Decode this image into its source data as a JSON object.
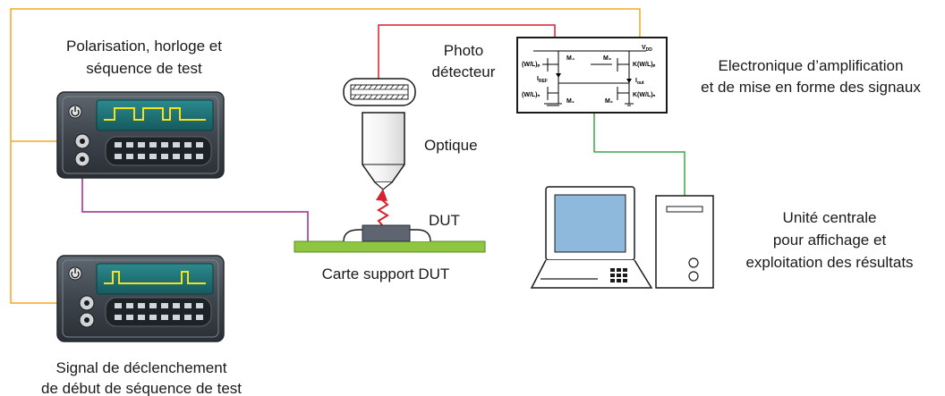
{
  "labels": {
    "polarisation_l1": "Polarisation, horloge  et",
    "polarisation_l2": "séquence de test",
    "signal_l1": "Signal de déclenchement",
    "signal_l2": "de début de séquence de test",
    "photo_l1": "Photo",
    "photo_l2": "détecteur",
    "optique": "Optique",
    "dut": "DUT",
    "carte": "Carte support DUT",
    "electronique_l1": "Electronique d’amplification",
    "electronique_l2": "et de mise en forme des signaux",
    "unite_l1": "Unité centrale",
    "unite_l2": "pour affichage et",
    "unite_l3": "exploitation des résultats"
  },
  "schematic": {
    "vdd": "V",
    "vdd_sub": "DD",
    "m4": "M₄",
    "m3": "M₃",
    "m1": "M₁",
    "m2": "M₂",
    "iref": "I",
    "iref_sub": "REF",
    "iout": "I",
    "iout_sub": "out",
    "wl_p_left": "(W/L)ₚ",
    "wl_p_right": "K(W/L)ₚ",
    "wl_n_left": "(W/L)ₙ",
    "wl_n_right": "K(W/L)ₙ"
  },
  "colors": {
    "orange_wire": "#f5a623",
    "red_wire": "#d9202e",
    "green_wire": "#3aa64a",
    "purple_wire": "#9b2a8f",
    "board": "#8ec641",
    "screen": "#1f6e72",
    "signal": "#f5e21b",
    "monitor_screen": "#8fb8dd"
  },
  "icons": [
    "power-icon",
    "bnc-connector-icon",
    "laser-beam-icon",
    "keyboard-icon"
  ]
}
